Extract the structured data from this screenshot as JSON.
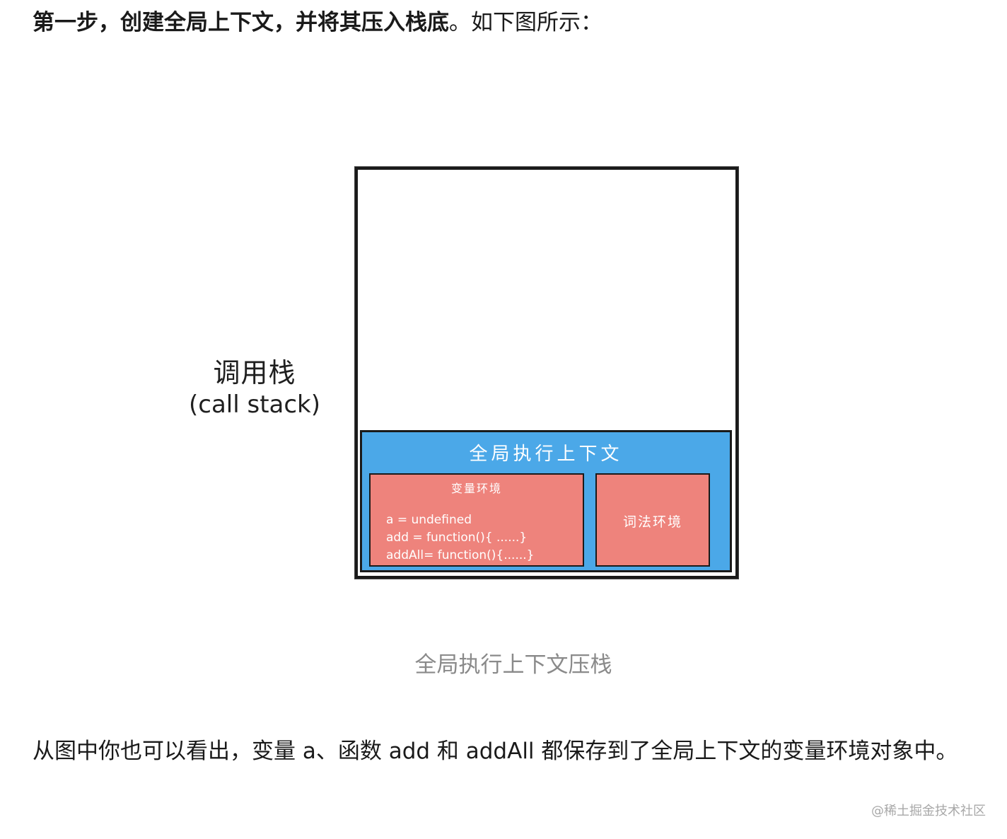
{
  "intro": {
    "bold": "第一步，创建全局上下文，并将其压入栈底",
    "rest": "。如下图所示："
  },
  "figure": {
    "stack_label_zh": "调用栈",
    "stack_label_en": "(call stack)",
    "global_context_title": "全局执行上下文",
    "variable_env_title": "变量环境",
    "variable_env_lines": [
      "a = undefined",
      "add = function(){ ......}",
      "addAll= function(){......}"
    ],
    "lexical_env_title": "词法环境",
    "caption": "全局执行上下文压栈"
  },
  "paragraph": "从图中你也可以看出，变量 a、函数 add 和 addAll 都保存到了全局上下文的变量环境对象中。",
  "watermark": "@稀土掘金技术社区"
}
